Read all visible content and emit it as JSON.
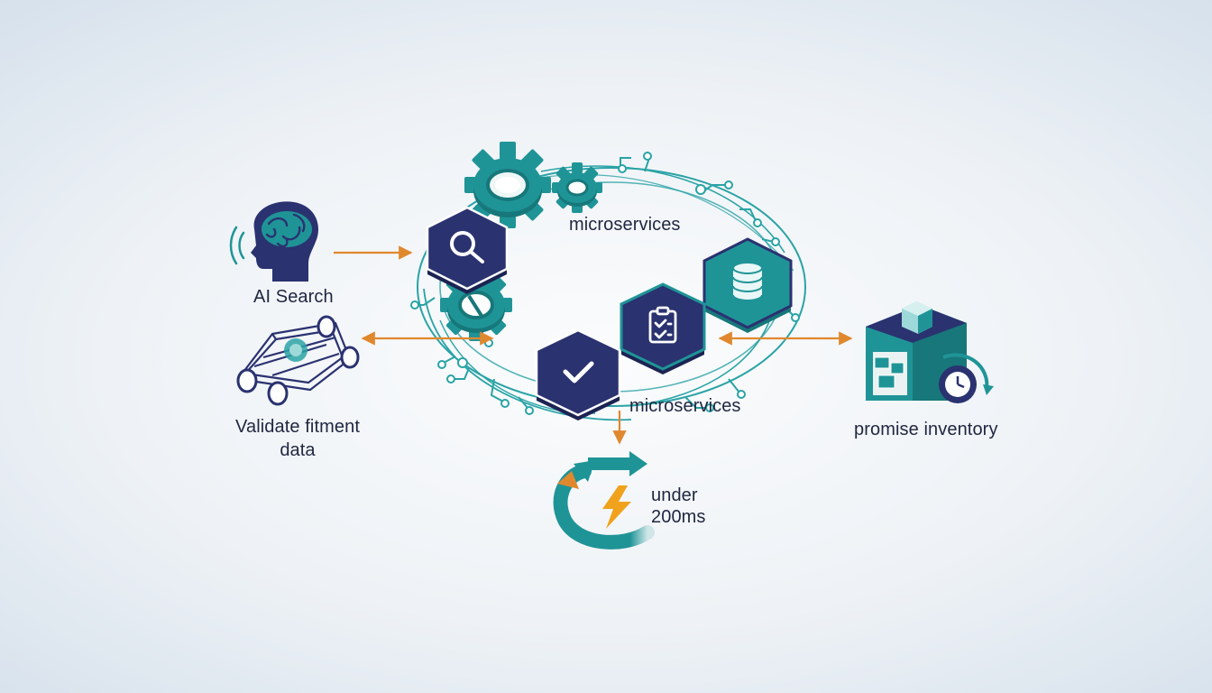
{
  "labels": {
    "ai_search": "AI Search",
    "validate_line1": "Validate fitment",
    "validate_line2": "data",
    "microservices_top": "microservices",
    "microservices_bottom": "microservices",
    "promise_inventory": "promise inventory",
    "under_line1": "under",
    "under_line2": "200ms"
  },
  "colors": {
    "teal": "#1f9497",
    "teal_dark": "#17777a",
    "navy": "#2a3270",
    "navy_dark": "#1c2353",
    "orange": "#e0882e",
    "bolt": "#f0a21c",
    "text": "#1f2640"
  },
  "icons": [
    "brain-head-icon",
    "car-chassis-icon",
    "search-icon",
    "database-icon",
    "clipboard-check-icon",
    "checkmark-icon",
    "gear-icon",
    "warehouse-icon",
    "clock-icon",
    "refresh-bolt-icon"
  ]
}
